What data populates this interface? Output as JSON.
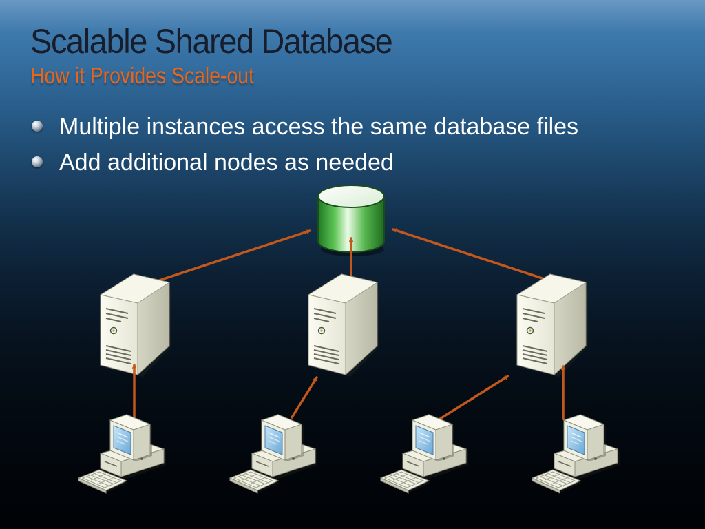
{
  "slide": {
    "title": "Scalable Shared Database",
    "subtitle": "How it Provides Scale-out"
  },
  "bullets": [
    "Multiple instances access the same database files",
    "Add additional nodes as needed"
  ],
  "diagram": {
    "nodes": [
      {
        "id": "database",
        "type": "database-cylinder-icon"
      },
      {
        "id": "server-1",
        "type": "server-tower-icon"
      },
      {
        "id": "server-2",
        "type": "server-tower-icon"
      },
      {
        "id": "server-3",
        "type": "server-tower-icon"
      },
      {
        "id": "client-1",
        "type": "workstation-icon"
      },
      {
        "id": "client-2",
        "type": "workstation-icon"
      },
      {
        "id": "client-3",
        "type": "workstation-icon"
      },
      {
        "id": "client-4",
        "type": "workstation-icon"
      }
    ],
    "edges": [
      {
        "from": "server-1",
        "to": "database"
      },
      {
        "from": "server-2",
        "to": "database"
      },
      {
        "from": "server-3",
        "to": "database"
      },
      {
        "from": "client-1",
        "to": "server-1"
      },
      {
        "from": "client-2",
        "to": "server-2"
      },
      {
        "from": "client-3",
        "to": "server-3"
      },
      {
        "from": "client-4",
        "to": "server-3"
      }
    ],
    "colors": {
      "arrow": "#c4571c",
      "database": "#3fa83a",
      "title": "#171d2a",
      "subtitle": "#e8651a",
      "text": "#ffffff"
    }
  }
}
